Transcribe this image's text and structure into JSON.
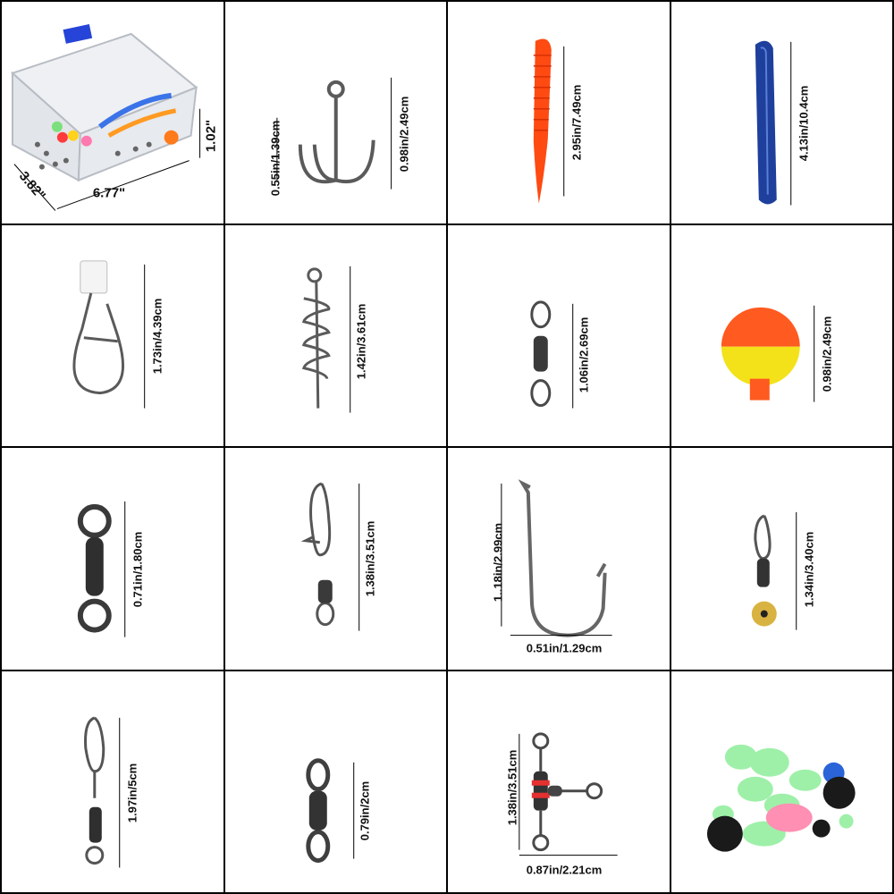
{
  "cells": [
    {
      "item": "tackle-box",
      "labels": [
        "3.82\"",
        "6.77\"",
        "1.02\""
      ]
    },
    {
      "item": "treble-hook",
      "labels": [
        "0.55in/1.39cm",
        "0.98in/2.49cm"
      ]
    },
    {
      "item": "orange-grub-worm",
      "labels": [
        "2.95in/7.49cm"
      ]
    },
    {
      "item": "blue-stick-worm",
      "labels": [
        "4.13in/10.4cm"
      ]
    },
    {
      "item": "snap-with-bobber-stop",
      "labels": [
        "1.73in/4.39cm"
      ]
    },
    {
      "item": "corkscrew-spring-lock",
      "labels": [
        "1.42in/3.61cm"
      ]
    },
    {
      "item": "barrel-swivel",
      "labels": [
        "1.06in/2.69cm"
      ]
    },
    {
      "item": "float-bobber",
      "labels": [
        "0.98in/2.49cm"
      ]
    },
    {
      "item": "ball-bearing-swivel",
      "labels": [
        "0.71in/1.80cm"
      ]
    },
    {
      "item": "snap-swivel",
      "labels": [
        "1.38in/3.51cm"
      ]
    },
    {
      "item": "single-hook",
      "labels": [
        "1..18in/2.99cm",
        "0.51in/1.29cm"
      ]
    },
    {
      "item": "bead-snap-swivel",
      "labels": [
        "1.34in/3.40cm"
      ]
    },
    {
      "item": "interlock-snap-swivel",
      "labels": [
        "1.97in/5cm"
      ]
    },
    {
      "item": "rolling-swivel",
      "labels": [
        "0.79in/2cm"
      ]
    },
    {
      "item": "three-way-swivel",
      "labels": [
        "1.38in/3.51cm",
        "0.87in/2.21cm"
      ]
    },
    {
      "item": "glow-beads",
      "labels": []
    }
  ],
  "colors": {
    "orange": "#ff4a12",
    "blue": "#1e3f9c",
    "float_orange": "#ff5a1f",
    "float_yellow": "#f3e21a",
    "glow_green": "#9ef0a8",
    "pink": "#ff8fb3",
    "metal": "#555555"
  }
}
